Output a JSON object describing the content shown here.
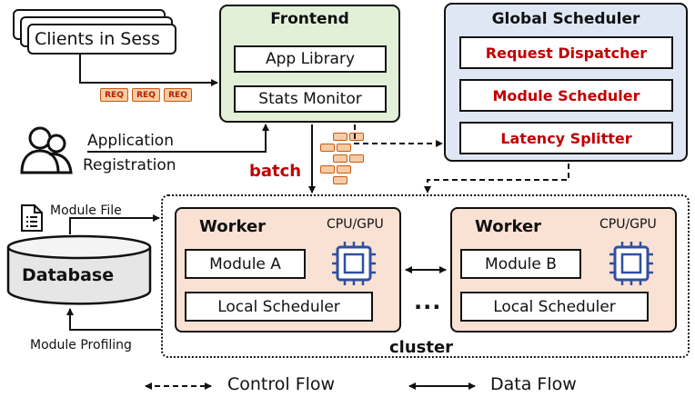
{
  "clients": {
    "label": "Clients in Sess"
  },
  "requests": [
    "REQ",
    "REQ",
    "REQ"
  ],
  "frontend": {
    "title": "Frontend",
    "items": [
      "App Library",
      "Stats Monitor"
    ]
  },
  "global_scheduler": {
    "title": "Global Scheduler",
    "items": [
      "Request Dispatcher",
      "Module Scheduler",
      "Latency Splitter"
    ]
  },
  "application": {
    "line1": "Application",
    "line2": "Registration"
  },
  "batch": {
    "label": "batch"
  },
  "module_file": {
    "label": "Module File"
  },
  "database": {
    "label": "Database"
  },
  "module_profiling": {
    "label": "Module Profiling"
  },
  "cluster": {
    "label": "cluster",
    "ellipsis": "..."
  },
  "workers": [
    {
      "title": "Worker",
      "hw": "CPU/GPU",
      "module": "Module A",
      "scheduler": "Local Scheduler"
    },
    {
      "title": "Worker",
      "hw": "CPU/GPU",
      "module": "Module B",
      "scheduler": "Local Scheduler"
    }
  ],
  "legend": {
    "control": "Control Flow",
    "data": "Data Flow"
  },
  "colors": {
    "frontend_bg": "#e3f0d8",
    "scheduler_bg": "#dfe7f5",
    "worker_bg": "#f9e2d4",
    "accent_red": "#c00000",
    "chip_blue": "#2f4fa1"
  }
}
